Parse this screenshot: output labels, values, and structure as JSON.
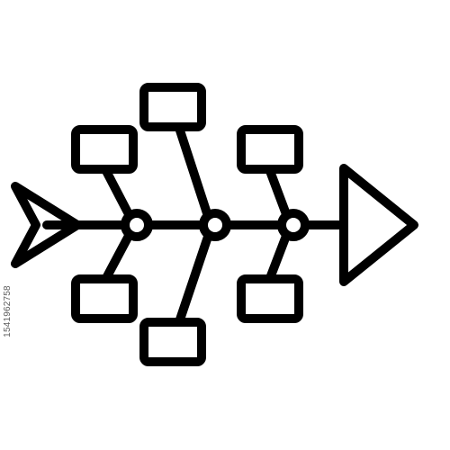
{
  "diagram": {
    "kind": "fishbone-icon",
    "stroke_color": "#000000",
    "background_color": "#ffffff",
    "parts": [
      "fish-tail-icon",
      "spine",
      "joints",
      "cause-boxes",
      "fish-head-icon"
    ]
  },
  "watermark": {
    "stock_id": "1541962758"
  }
}
